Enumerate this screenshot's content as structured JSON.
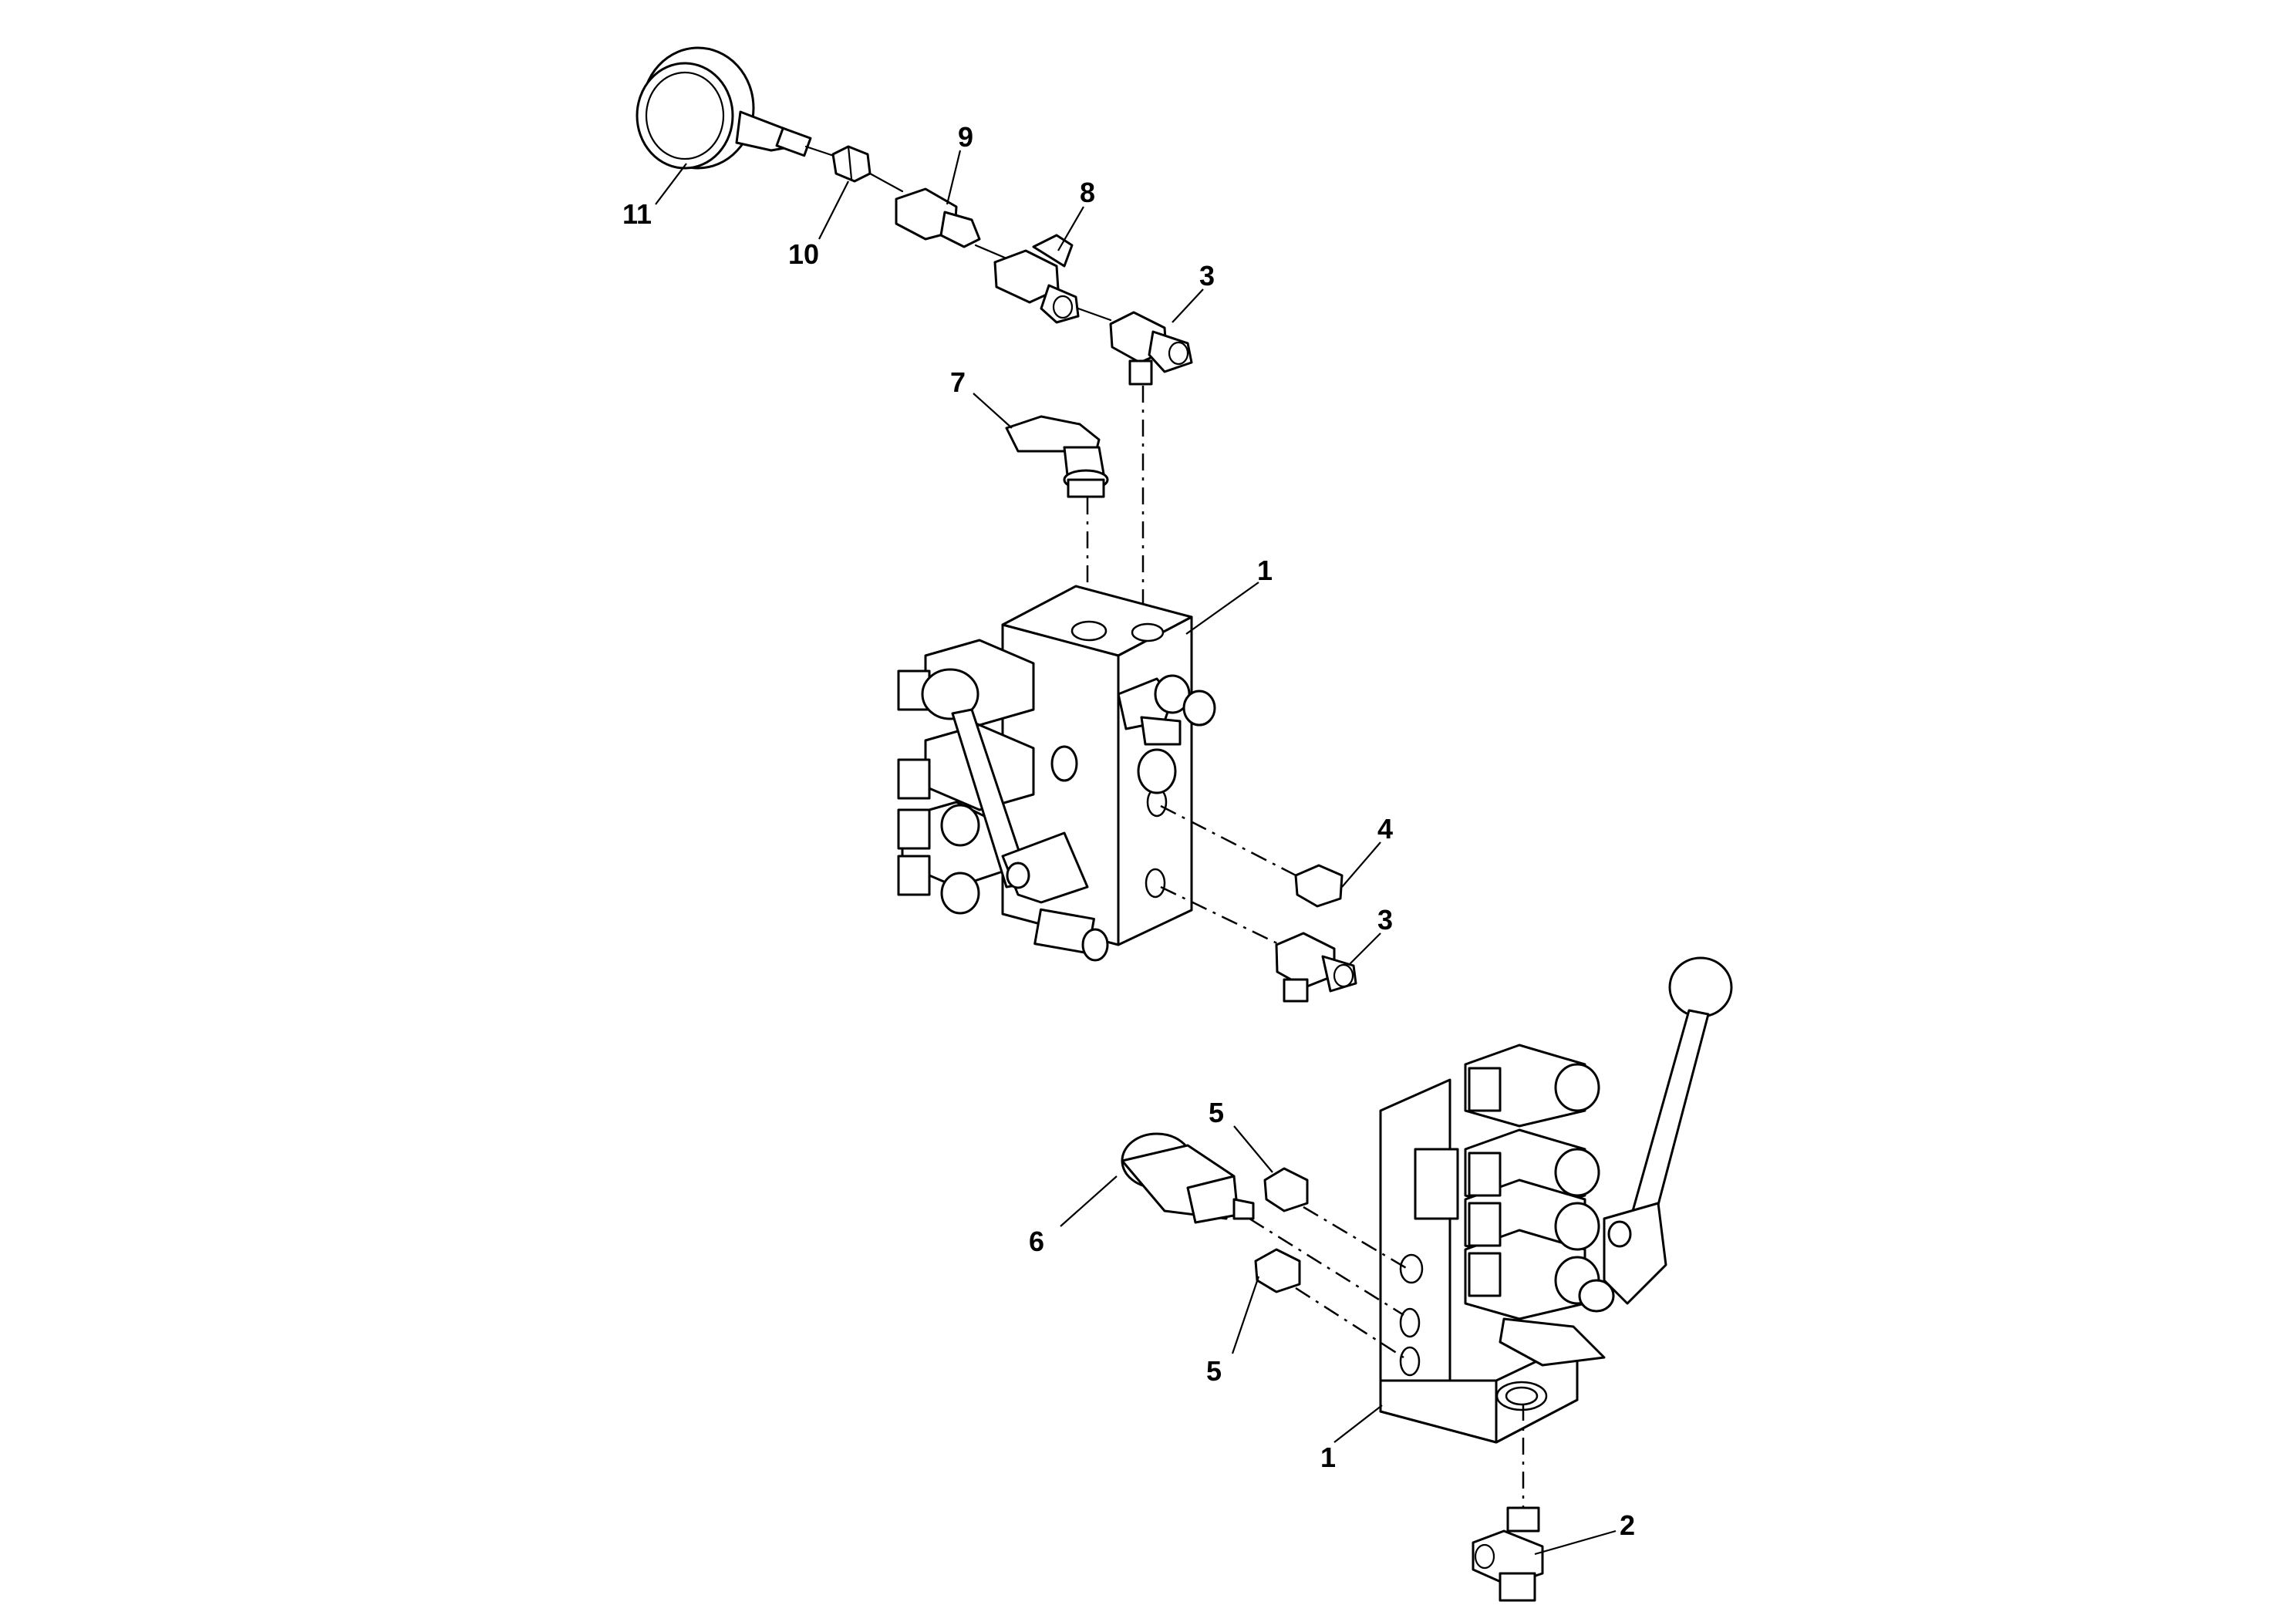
{
  "diagram": {
    "callouts": [
      {
        "id": "gauge",
        "label": "11"
      },
      {
        "id": "nut",
        "label": "10"
      },
      {
        "id": "coupling",
        "label": "9"
      },
      {
        "id": "tee",
        "label": "8"
      },
      {
        "id": "test-point-top",
        "label": "3"
      },
      {
        "id": "elbow",
        "label": "7"
      },
      {
        "id": "valve-block-upper",
        "label": "1"
      },
      {
        "id": "plug-upper",
        "label": "4"
      },
      {
        "id": "test-point-side",
        "label": "3"
      },
      {
        "id": "plug-lower-top",
        "label": "5"
      },
      {
        "id": "pressure-switch",
        "label": "6"
      },
      {
        "id": "plug-lower-bottom",
        "label": "5"
      },
      {
        "id": "valve-block-lower",
        "label": "1"
      },
      {
        "id": "test-point-bottom",
        "label": "2"
      }
    ]
  }
}
